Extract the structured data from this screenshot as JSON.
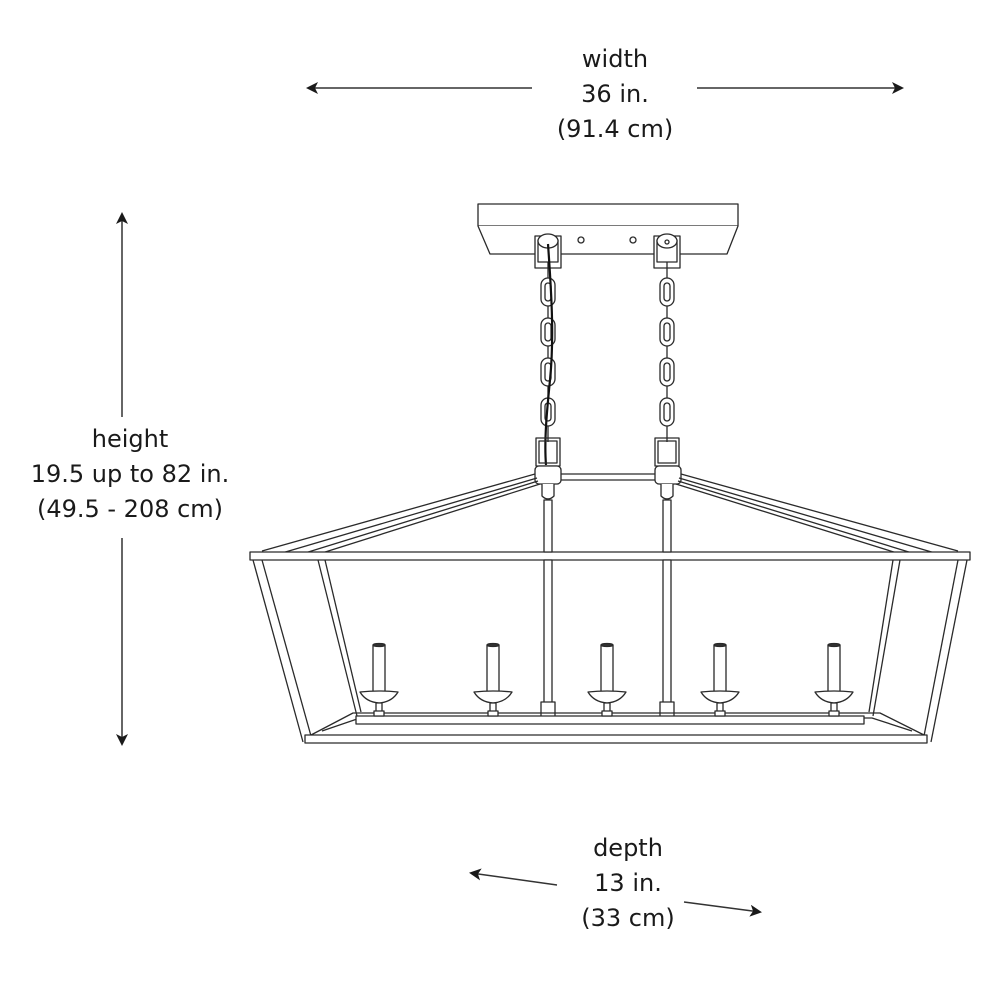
{
  "diagram": {
    "subject": "rectangular lantern chandelier with five candle lights",
    "colors": {
      "line": "#2a2a2a",
      "background": "#ffffff"
    }
  },
  "dimensions": {
    "width": {
      "name": "width",
      "imperial": "36 in.",
      "metric": "(91.4 cm)"
    },
    "height": {
      "name": "height",
      "imperial": "19.5 up to 82 in.",
      "metric": "(49.5 - 208 cm)"
    },
    "depth": {
      "name": "depth",
      "imperial": "13 in.",
      "metric": "(33 cm)"
    }
  },
  "fixture": {
    "candle_count": 5,
    "chain_count": 2
  }
}
